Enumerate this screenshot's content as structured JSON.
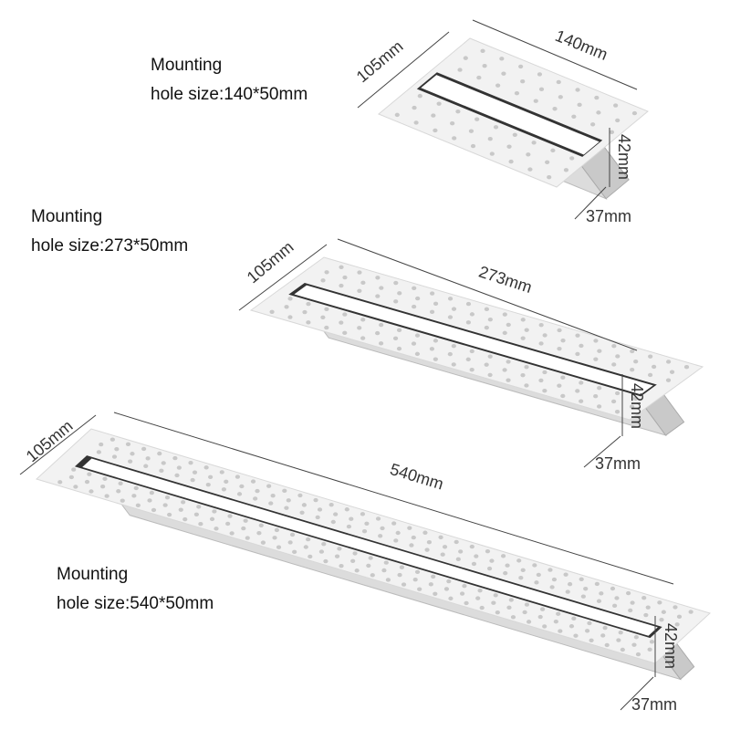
{
  "products": [
    {
      "name": "profile-140",
      "label_line1": "Mounting",
      "label_line2": "hole size:140*50mm",
      "dims": {
        "width": "105mm",
        "length": "140mm",
        "height": "42mm",
        "depth": "37mm"
      }
    },
    {
      "name": "profile-273",
      "label_line1": "Mounting",
      "label_line2": "hole size:273*50mm",
      "dims": {
        "width": "105mm",
        "length": "273mm",
        "height": "42mm",
        "depth": "37mm"
      }
    },
    {
      "name": "profile-540",
      "label_line1": "Mounting",
      "label_line2": "hole size:540*50mm",
      "dims": {
        "width": "105mm",
        "length": "540mm",
        "height": "42mm",
        "depth": "37mm"
      }
    }
  ],
  "colors": {
    "flange": "#f2f2f2",
    "body": "#dcdcdc",
    "diffuser": "#ffffff",
    "frame": "#333333",
    "hole": "#c8c8c8",
    "dimension": "#444444"
  }
}
